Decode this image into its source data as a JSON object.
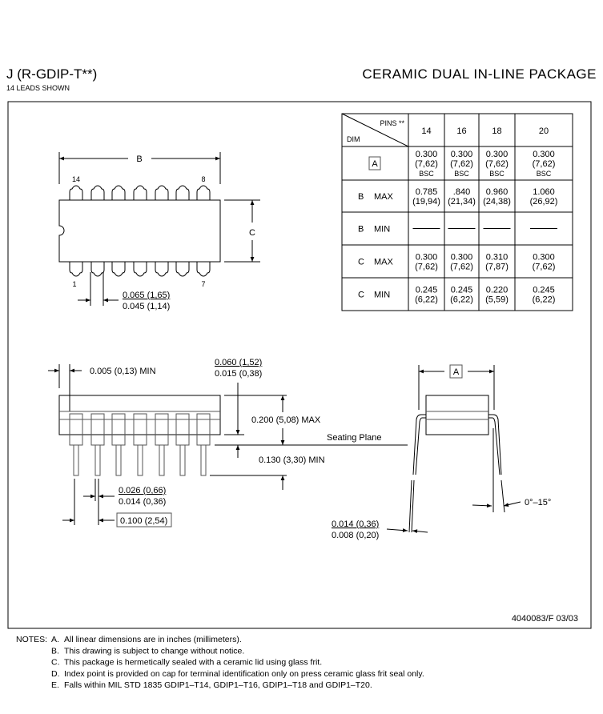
{
  "header": {
    "title": "J (R-GDIP-T**)",
    "subtitle": "14 LEADS SHOWN",
    "package_name": "CERAMIC DUAL IN-LINE PACKAGE"
  },
  "table": {
    "pins_label": "PINS **",
    "dim_label": "DIM",
    "columns": [
      "14",
      "16",
      "18",
      "20"
    ],
    "rows": [
      {
        "dim": "A",
        "boxed": true,
        "cells": [
          [
            "0.300",
            "(7,62)",
            "BSC"
          ],
          [
            "0.300",
            "(7,62)",
            "BSC"
          ],
          [
            "0.300",
            "(7,62)",
            "BSC"
          ],
          [
            "0.300",
            "(7,62)",
            "BSC"
          ]
        ]
      },
      {
        "dim": "B",
        "qual": "MAX",
        "cells": [
          [
            "0.785",
            "(19,94)"
          ],
          [
            ".840",
            "(21,34)"
          ],
          [
            "0.960",
            "(24,38)"
          ],
          [
            "1.060",
            "(26,92)"
          ]
        ]
      },
      {
        "dim": "B",
        "qual": "MIN",
        "cells": [
          [
            "—"
          ],
          [
            "—"
          ],
          [
            "—"
          ],
          [
            "—"
          ]
        ]
      },
      {
        "dim": "C",
        "qual": "MAX",
        "cells": [
          [
            "0.300",
            "(7,62)"
          ],
          [
            "0.300",
            "(7,62)"
          ],
          [
            "0.310",
            "(7,87)"
          ],
          [
            "0.300",
            "(7,62)"
          ]
        ]
      },
      {
        "dim": "C",
        "qual": "MIN",
        "cells": [
          [
            "0.245",
            "(6,22)"
          ],
          [
            "0.245",
            "(6,22)"
          ],
          [
            "0.220",
            "(5,59)"
          ],
          [
            "0.245",
            "(6,22)"
          ]
        ]
      }
    ]
  },
  "top_view": {
    "dim_b": "B",
    "dim_c": "C",
    "pin_14": "14",
    "pin_8": "8",
    "pin_1": "1",
    "pin_7": "7",
    "pin_width_max": "0.065 (1,65)",
    "pin_width_min": "0.045 (1,14)"
  },
  "side_view": {
    "clearance": "0.005 (0,13) MIN",
    "standoff_max": "0.060 (1,52)",
    "standoff_min": "0.015 (0,38)",
    "height": "0.200 (5,08) MAX",
    "seating_plane": "Seating Plane",
    "lead_length": "0.130 (3,30) MIN",
    "lead_width_max": "0.026 (0,66)",
    "lead_width_min": "0.014 (0,36)",
    "pitch": "0.100 (2,54)"
  },
  "end_view": {
    "dim_a": "A",
    "angle": "0°–15°",
    "thickness_max": "0.014 (0,36)",
    "thickness_min": "0.008 (0,20)"
  },
  "drawing_number": "4040083/F 03/03",
  "notes": {
    "label": "NOTES:",
    "items": [
      {
        "letter": "A.",
        "text": "All linear dimensions are in inches (millimeters)."
      },
      {
        "letter": "B.",
        "text": "This drawing is subject to change without notice."
      },
      {
        "letter": "C.",
        "text": "This package is hermetically sealed with a ceramic lid using glass frit."
      },
      {
        "letter": "D.",
        "text": "Index point is provided on cap for terminal identification only on press ceramic glass frit seal only."
      },
      {
        "letter": "E.",
        "text": "Falls within MIL STD 1835 GDIP1–T14, GDIP1–T16, GDIP1–T18 and GDIP1–T20."
      }
    ]
  }
}
